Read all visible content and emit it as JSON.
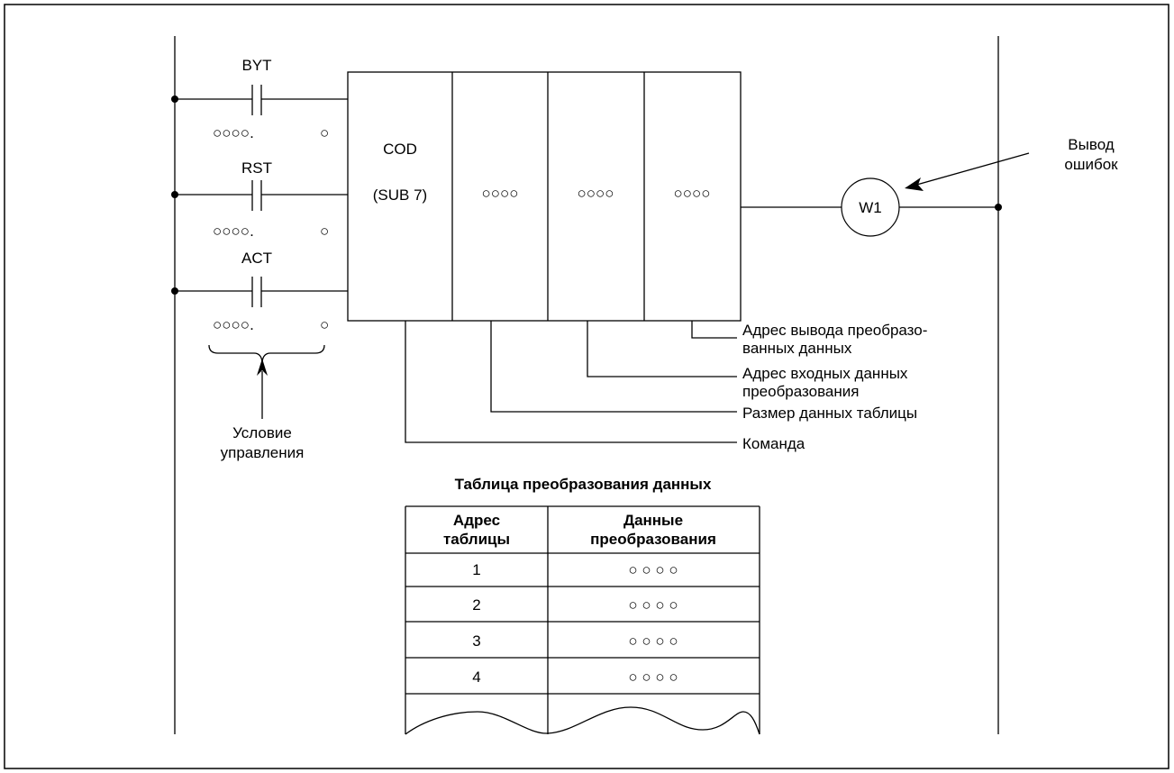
{
  "contacts": [
    {
      "name": "BYT",
      "address": "○○○○.",
      "bit": "○"
    },
    {
      "name": "RST",
      "address": "○○○○.",
      "bit": "○"
    },
    {
      "name": "ACT",
      "address": "○○○○.",
      "bit": "○"
    }
  ],
  "function_block": {
    "name": "COD",
    "sub_number": "(SUB 7)",
    "params": [
      "○○○○",
      "○○○○",
      "○○○○"
    ]
  },
  "output_coil": {
    "label": "W1"
  },
  "error_output_label": [
    "Вывод",
    "ошибок"
  ],
  "control_condition_label": [
    "Условие",
    "управления"
  ],
  "parameter_labels": [
    [
      "Адрес вывода преобразо-",
      "ванных данных"
    ],
    [
      "Адрес входных данных",
      "преобразования"
    ],
    [
      "Размер данных таблицы"
    ],
    [
      "Команда"
    ]
  ],
  "table": {
    "title": "Таблица преобразования данных",
    "headers": [
      [
        "Адрес",
        "таблицы"
      ],
      [
        "Данные",
        "преобразования"
      ]
    ],
    "rows": [
      {
        "address": "1",
        "data": "○ ○ ○ ○"
      },
      {
        "address": "2",
        "data": "○ ○ ○ ○"
      },
      {
        "address": "3",
        "data": "○ ○ ○ ○"
      },
      {
        "address": "4",
        "data": "○ ○ ○ ○"
      }
    ]
  }
}
